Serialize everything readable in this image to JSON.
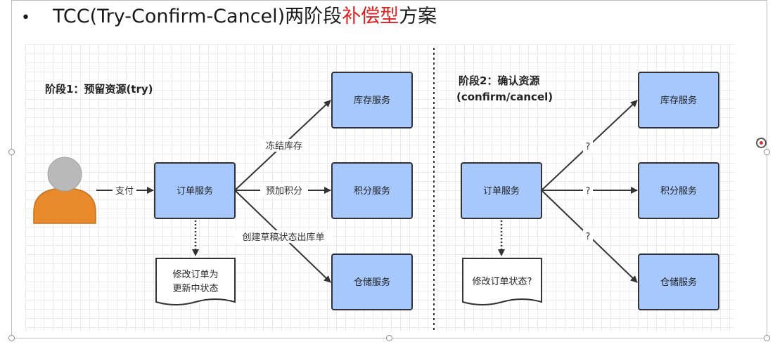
{
  "title": {
    "bullet": "•",
    "prefix": "TCC(Try-Confirm-Cancel)两阶段",
    "highlight": "补偿型",
    "suffix": "方案"
  },
  "colors": {
    "box_fill": "#a7c8fc",
    "box_stroke": "#333333",
    "arrow": "#333333",
    "title_accent": "#e02020",
    "person_body": "#e8892c",
    "person_head": "#b9b9b9"
  },
  "phase1": {
    "heading": "阶段1：预留资源(try)",
    "pay_label": "支付",
    "order_service": "订单服务",
    "inventory_service": "库存服务",
    "points_service": "积分服务",
    "warehouse_service": "仓储服务",
    "edge_freeze": "冻结库存",
    "edge_points": "预加积分",
    "edge_draft": "创建草稿状态出库单",
    "doc_line1": "修改订单为",
    "doc_line2": "更新中状态"
  },
  "phase2": {
    "heading_line1": "阶段2：确认资源",
    "heading_line2": "(confirm/cancel)",
    "order_service": "订单服务",
    "inventory_service": "库存服务",
    "points_service": "积分服务",
    "warehouse_service": "仓储服务",
    "edge_q1": "?",
    "edge_q2": "?",
    "edge_q3": "?",
    "doc_text": "修改订单状态?"
  },
  "icons": {
    "person": "user-avatar-icon",
    "rotate": "rotate-handle-icon"
  }
}
